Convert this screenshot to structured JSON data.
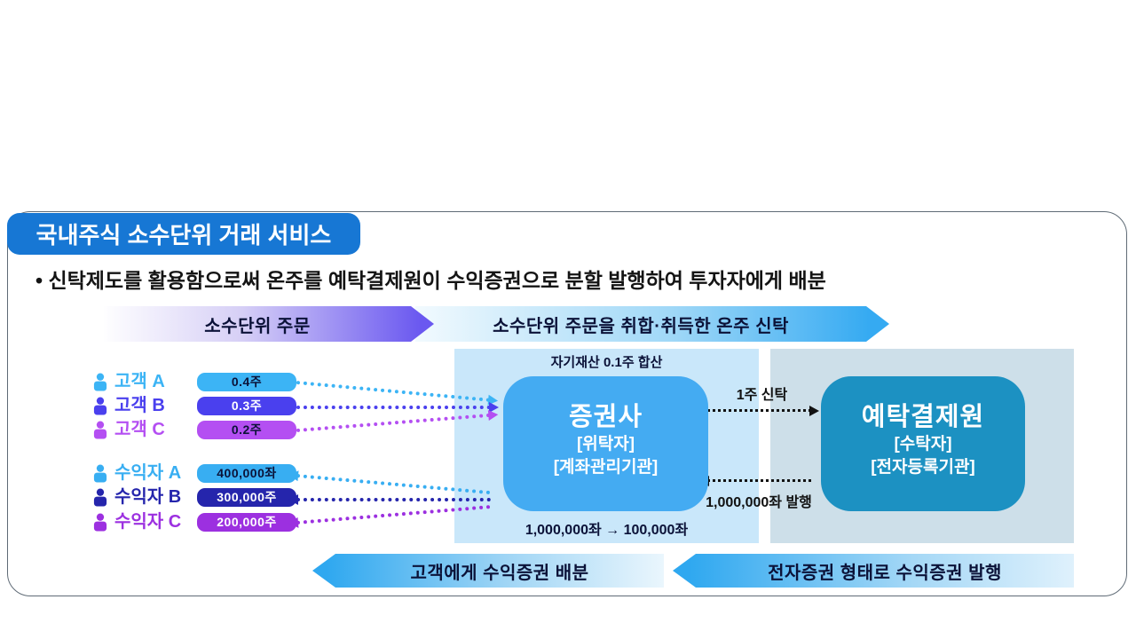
{
  "title": "국내주식 소수단위 거래 서비스",
  "bullet": "• 신탁제도를 활용함으로써 온주를 예탁결제원이 수익증권으로 분할 발행하여 투자자에게 배분",
  "banners": {
    "top_left": "소수단위 주문",
    "top_right": "소수단위 주문을 취합·취득한 온주 신탁",
    "bottom_left": "고객에게 수익증권 배분",
    "bottom_right": "전자증권 형태로 수익증권 발행"
  },
  "customers": [
    {
      "label": "고객 A",
      "value": "0.4주",
      "color": "#3cb4f5",
      "text_color": "#0b1238"
    },
    {
      "label": "고객 B",
      "value": "0.3주",
      "color": "#4a40ee",
      "text_color": "#ffffff"
    },
    {
      "label": "고객 C",
      "value": "0.2주",
      "color": "#b44ff2",
      "text_color": "#0b1238"
    }
  ],
  "beneficiaries": [
    {
      "label": "수익자 A",
      "value": "400,000좌",
      "color": "#38aef2",
      "text_color": "#0b1238"
    },
    {
      "label": "수익자 B",
      "value": "300,000주",
      "color": "#2525ac",
      "text_color": "#ffffff"
    },
    {
      "label": "수익자 C",
      "value": "200,000주",
      "color": "#9c30e0",
      "text_color": "#ffffff"
    }
  ],
  "center_box": {
    "name": "증권사",
    "role1": "[위탁자]",
    "role2": "[계좌관리기관]",
    "top_note": "자기재산 0.1주 합산",
    "bottom_note": "1,000,000좌 →  100,000좌"
  },
  "right_box": {
    "name": "예탁결제원",
    "role1": "[수탁자]",
    "role2": "[전자등록기관]"
  },
  "flows": {
    "trust": "1주 신탁",
    "issue": "1,000,000좌 발행"
  },
  "colors": {
    "title_bg": "#1777d4",
    "banner_purple": "#6a58f0",
    "banner_blue": "#35aaf2",
    "panel_center": "#c9e7fa",
    "panel_right": "#cddfe9",
    "center_box": "#44abf2",
    "right_box": "#1c91c2",
    "dark_text": "#0b1238",
    "arrow_black": "#111111"
  }
}
